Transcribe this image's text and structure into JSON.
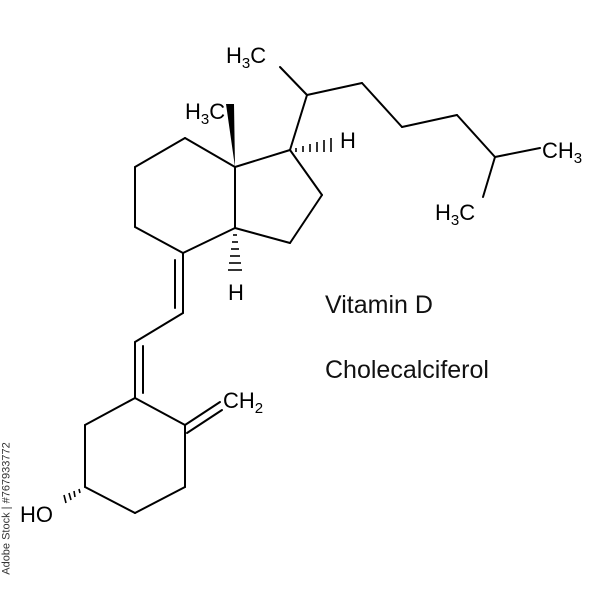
{
  "molecule": {
    "name": "Vitamin D",
    "synonym": "Cholecalciferol"
  },
  "atom_labels": {
    "methyl_top": {
      "pre": "H",
      "sub": "3",
      "post": "C"
    },
    "methyl_angular": {
      "pre": "H",
      "sub": "3",
      "post": "C"
    },
    "h_c17": {
      "pre": "H",
      "sub": "",
      "post": ""
    },
    "h_c14": {
      "pre": "H",
      "sub": "",
      "post": ""
    },
    "methyl_right": {
      "pre": "CH",
      "sub": "3",
      "post": ""
    },
    "methyl_lower": {
      "pre": "H",
      "sub": "3",
      "post": "C"
    },
    "methylene": {
      "pre": "CH",
      "sub": "2",
      "post": ""
    },
    "hydroxyl": {
      "pre": "HO",
      "sub": "",
      "post": ""
    }
  },
  "watermark": "Adobe Stock | #767933772",
  "colors": {
    "bond": "#000000",
    "background": "#ffffff"
  }
}
